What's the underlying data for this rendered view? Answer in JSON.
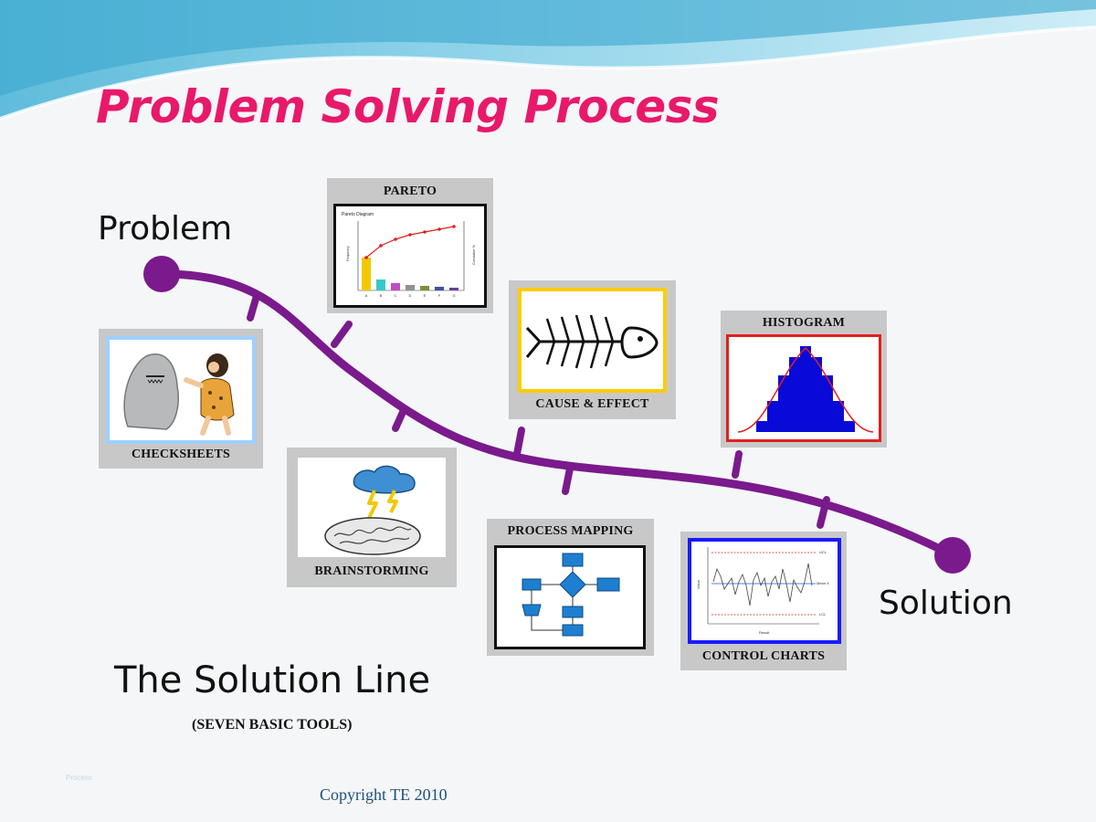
{
  "slide": {
    "title": "Problem Solving Process",
    "start_label": "Problem",
    "end_label": "Solution",
    "subtitle": "The Solution Line",
    "subnote": "(SEVEN BASIC TOOLS)",
    "copyright": "Copyright TE 2010",
    "footer_tag": "Process"
  },
  "tools": [
    {
      "label": "CHECKSHEETS",
      "frame_color": "#9fd0ff"
    },
    {
      "label": "PARETO",
      "frame_color": "#111111"
    },
    {
      "label": "BRAINSTORMING",
      "frame_color": "#c8c8c8"
    },
    {
      "label": "CAUSE & EFFECT",
      "frame_color": "#ffcc00"
    },
    {
      "label": "PROCESS MAPPING",
      "frame_color": "#111111"
    },
    {
      "label": "HISTOGRAM",
      "frame_color": "#e02020"
    },
    {
      "label": "CONTROL CHARTS",
      "frame_color": "#1a1aff"
    }
  ],
  "colors": {
    "title": "#e8196a",
    "solution_line": "#7a1a8c",
    "card_bg": "#c8c8c8",
    "copyright": "#1f4f7a"
  },
  "pareto_thumb": {
    "title": "Pareto Diagram",
    "categories": [
      "A",
      "B",
      "C",
      "D",
      "E",
      "F",
      "G"
    ],
    "left_axis_label": "Frequency",
    "right_axis_label": "Cumulative %"
  },
  "control_thumb": {
    "ucl_label": "UCL",
    "lcl_label": "LCL",
    "mean_label": "Mean X",
    "x_axis_label": "Result",
    "y_axis_label": "Value"
  }
}
